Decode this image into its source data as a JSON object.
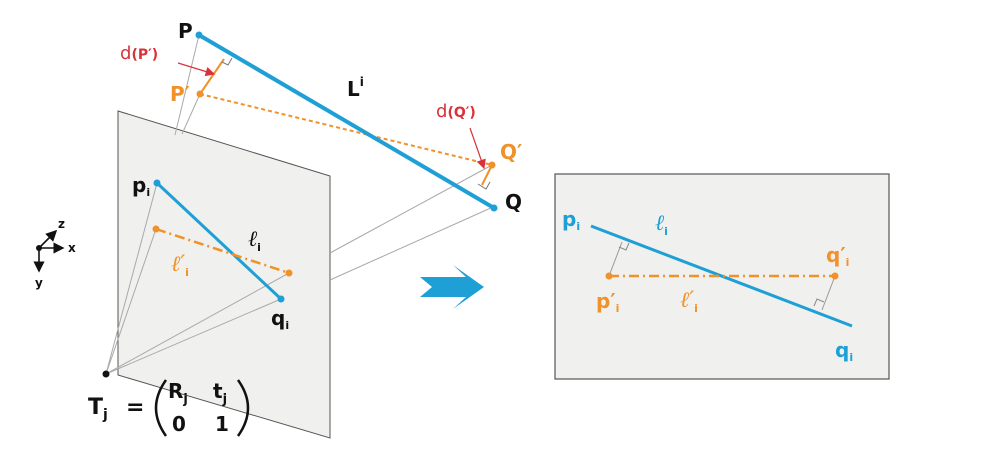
{
  "colors": {
    "blue_line": "#1e9fd6",
    "orange_line": "#f0912a",
    "red_annotation": "#d9333a",
    "image_plane": "#f0f0ef",
    "projection_rays": "#a9a9a9",
    "arrow": "#1e9fd6"
  },
  "icons": {
    "right_angle": "right-angle-marker",
    "transition_arrow": "arrow-right-icon",
    "axes": "coordinate-axes-icon"
  },
  "labels3d": {
    "P": "P",
    "Q": "Q",
    "P_prime": "P′",
    "Q_prime": "Q′",
    "L": "L",
    "L_sup": "i",
    "dP_prefix": "d",
    "dP_arg": "(P′)",
    "dQ_prefix": "d",
    "dQ_arg": "(Q′)"
  },
  "plane_left": {
    "p": "p",
    "p_sub": "i",
    "q": "q",
    "q_sub": "i",
    "ell": "ℓ",
    "ell_sub": "i",
    "ellp": "ℓ′",
    "ellp_sub": "i"
  },
  "axes": {
    "x": "x",
    "y": "y",
    "z": "z"
  },
  "pose": {
    "T": "T",
    "T_sub": "j",
    "eq": "=",
    "R": "R",
    "R_sub": "j",
    "t": "t",
    "t_sub": "j",
    "zero": "0",
    "one": "1"
  },
  "plane_right": {
    "p": "p",
    "p_sub": "i",
    "q": "q",
    "q_sub": "i",
    "pp": "p′",
    "pp_sub": "i",
    "qp": "q′",
    "qp_sub": "i",
    "ell": "ℓ",
    "ell_sub": "i",
    "ellp": "ℓ′",
    "ellp_sub": "i"
  }
}
